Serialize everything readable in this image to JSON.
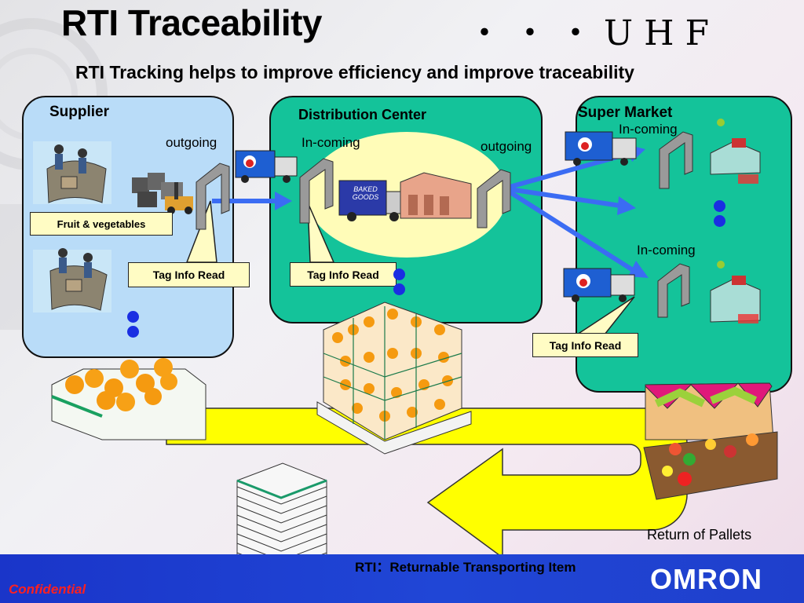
{
  "header": {
    "title": "RTI Traceability",
    "title_suffix": "・・・UHF",
    "subtitle": "RTI Tracking helps to improve efficiency and improve traceability"
  },
  "supplier": {
    "title": "Supplier",
    "outgoing_label": "outgoing",
    "fruit_label": "Fruit & vegetables",
    "tag_label": "Tag Info Read"
  },
  "distribution_center": {
    "title": "Distribution Center",
    "incoming_label": "In-coming",
    "outgoing_label": "outgoing",
    "tag_label": "Tag Info Read",
    "truck_text_1": "BAKED",
    "truck_text_2": "GOODS"
  },
  "super_market": {
    "title": "Super Market",
    "incoming_label_1": "In-coming",
    "incoming_label_2": "In-coming",
    "tag_label": "Tag Info Read"
  },
  "return_label": "Return of Pallets",
  "footer": {
    "confidential": "Confidential",
    "rti_note": "RTI：Returnable Transporting Item",
    "logo": "OMRON"
  },
  "colors": {
    "supplier_panel": "#b9dcf8",
    "dc_panel": "#14c39a",
    "market_panel": "#14c39a",
    "callout": "#fffcc4",
    "return_arrow": "#ffff00",
    "footer": "#1f3fcc",
    "flow_arrow": "#2f6bff",
    "confidential": "#ff2020"
  },
  "icons": [
    "worker-crate-icon",
    "forklift-icon",
    "gate-reader-icon",
    "delivery-truck-icon",
    "baked-goods-truck-icon",
    "warehouse-icon",
    "store-building-icon",
    "orange-crate-icon",
    "pallet-stack-icon",
    "produce-stand-icon"
  ]
}
